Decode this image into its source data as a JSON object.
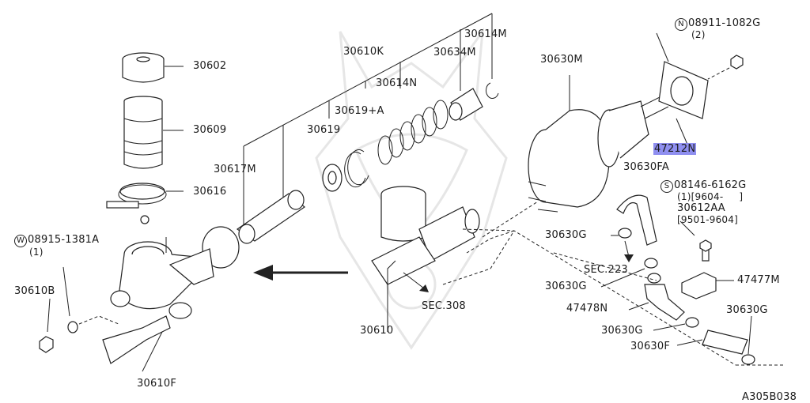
{
  "labels": {
    "p30602": "30602",
    "p30609": "30609",
    "p30616": "30616",
    "p30617M": "30617M",
    "p30619": "30619",
    "p30619A": "30619+A",
    "p30610K": "30610K",
    "p30614N": "30614N",
    "p30634M": "30634M",
    "p30614M": "30614M",
    "p30630M": "30630M",
    "p30630FA": "30630FA",
    "p47212N": "47212N",
    "n08911_code": "08911-1082G",
    "n08911_qty": "(2)",
    "s08146_code": "08146-6162G",
    "s08146_range": "(1)[9604-     ]",
    "p30612AA": "30612AA",
    "p30612AA_range": "[9501-9604]",
    "w08915_code": "08915-1381A",
    "w08915_qty": "(1)",
    "p30610B": "30610B",
    "p30610F": "30610F",
    "p30610": "30610",
    "sec308": "SEC.308",
    "sec223": "SEC.223",
    "p30630G_a": "30630G",
    "p30630G_b": "30630G",
    "p30630G_c": "30630G",
    "p30630G_d": "30630G",
    "p30630F": "30630F",
    "p47477M": "47477M",
    "p47478N": "47478N",
    "diagram_id": "A305B038"
  },
  "symbols": {
    "n": "N",
    "s": "S",
    "w": "W"
  },
  "highlight_color": "#8f8ff0"
}
